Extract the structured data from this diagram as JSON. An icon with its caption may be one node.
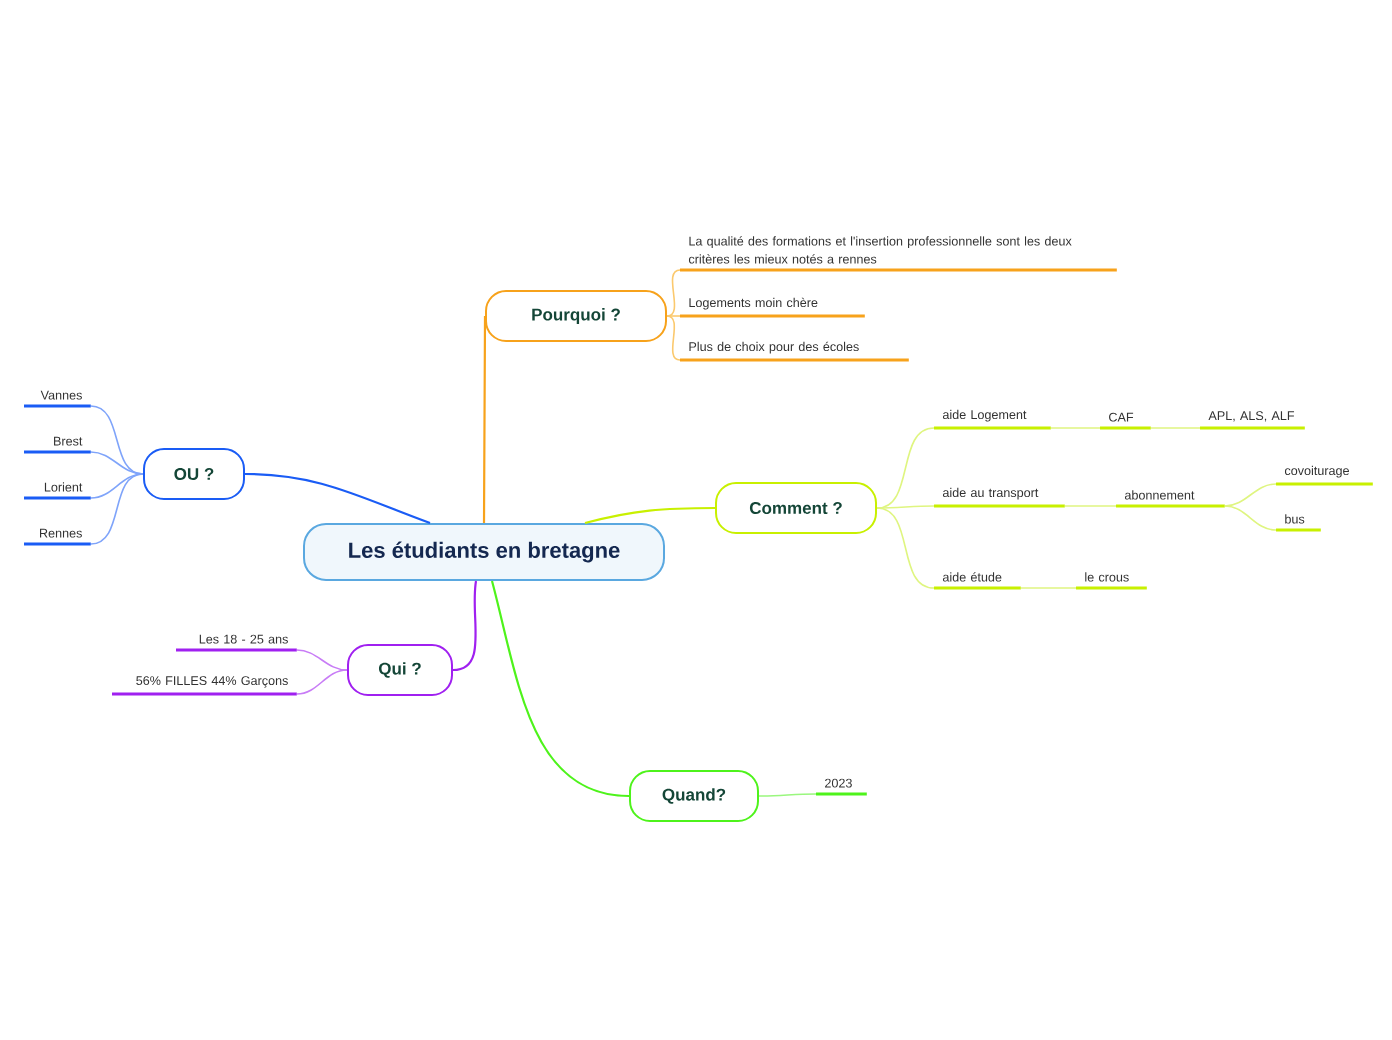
{
  "diagram": {
    "nodes": [
      {
        "text": [
          "Les étudiants en bretagne"
        ]
      },
      {
        "text": [
          "Pourquoi ?"
        ]
      },
      {
        "text": [
          "La qualité des formations et l'insertion professionnelle sont les deux critères les mieux notés a rennes"
        ]
      },
      {
        "text": [
          "Logements moin chère"
        ]
      },
      {
        "text": [
          "Plus de choix pour des écoles"
        ]
      },
      {
        "text": [
          "Comment ?"
        ]
      },
      {
        "text": [
          "aide Logement"
        ]
      },
      {
        "text": [
          "CAF"
        ]
      },
      {
        "text": [
          "APL, ALS,  ALF"
        ]
      },
      {
        "text": [
          "aide au transport"
        ]
      },
      {
        "text": [
          "abonnement"
        ]
      },
      {
        "text": [
          "covoiturage"
        ]
      },
      {
        "text": [
          "bus"
        ]
      },
      {
        "text": [
          "aide étude"
        ]
      },
      {
        "text": [
          "le crous"
        ]
      },
      {
        "text": [
          "Quand?"
        ]
      },
      {
        "text": [
          "2023"
        ]
      },
      {
        "text": [
          "OU ?"
        ]
      },
      {
        "text": [
          "Vannes"
        ]
      },
      {
        "text": [
          "Brest"
        ]
      },
      {
        "text": [
          "Lorient"
        ]
      },
      {
        "text": [
          "Rennes"
        ]
      },
      {
        "text": [
          "Qui ?"
        ]
      },
      {
        "text": [
          "Les 18 - 25 ans"
        ]
      },
      {
        "text": [
          "56% FILLES 44% Garçons"
        ]
      }
    ],
    "edges": [
      {
        "from": 0,
        "to": 1,
        "arrow": "none",
        "color": "#f7a21b"
      },
      {
        "from": 1,
        "to": 2,
        "arrow": "none",
        "color": "#fbc96e"
      },
      {
        "from": 1,
        "to": 3,
        "arrow": "none",
        "color": "#fbc96e"
      },
      {
        "from": 1,
        "to": 4,
        "arrow": "none",
        "color": "#fbc96e"
      },
      {
        "from": 0,
        "to": 5,
        "arrow": "none",
        "color": "#c8f000"
      },
      {
        "from": 5,
        "to": 6,
        "arrow": "none",
        "color": "#dff580"
      },
      {
        "from": 6,
        "to": 7,
        "arrow": "none",
        "color": "#dff580"
      },
      {
        "from": 7,
        "to": 8,
        "arrow": "none",
        "color": "#dff580"
      },
      {
        "from": 5,
        "to": 9,
        "arrow": "none",
        "color": "#dff580"
      },
      {
        "from": 9,
        "to": 10,
        "arrow": "none",
        "color": "#dff580"
      },
      {
        "from": 10,
        "to": 11,
        "arrow": "none",
        "color": "#dff580"
      },
      {
        "from": 10,
        "to": 12,
        "arrow": "none",
        "color": "#dff580"
      },
      {
        "from": 5,
        "to": 13,
        "arrow": "none",
        "color": "#dff580"
      },
      {
        "from": 13,
        "to": 14,
        "arrow": "none",
        "color": "#dff580"
      },
      {
        "from": 0,
        "to": 15,
        "arrow": "none",
        "color": "#4ef31b"
      },
      {
        "from": 15,
        "to": 16,
        "arrow": "none",
        "color": "#9af77e"
      },
      {
        "from": 0,
        "to": 17,
        "arrow": "none",
        "color": "#1a5cf5"
      },
      {
        "from": 17,
        "to": 18,
        "arrow": "none",
        "color": "#7fa4fa"
      },
      {
        "from": 17,
        "to": 19,
        "arrow": "none",
        "color": "#7fa4fa"
      },
      {
        "from": 17,
        "to": 20,
        "arrow": "none",
        "color": "#7fa4fa"
      },
      {
        "from": 17,
        "to": 21,
        "arrow": "none",
        "color": "#7fa4fa"
      },
      {
        "from": 0,
        "to": 22,
        "arrow": "none",
        "color": "#a020f0"
      },
      {
        "from": 22,
        "to": 23,
        "arrow": "none",
        "color": "#c87cf6"
      },
      {
        "from": 22,
        "to": 24,
        "arrow": "none",
        "color": "#c87cf6"
      }
    ]
  }
}
